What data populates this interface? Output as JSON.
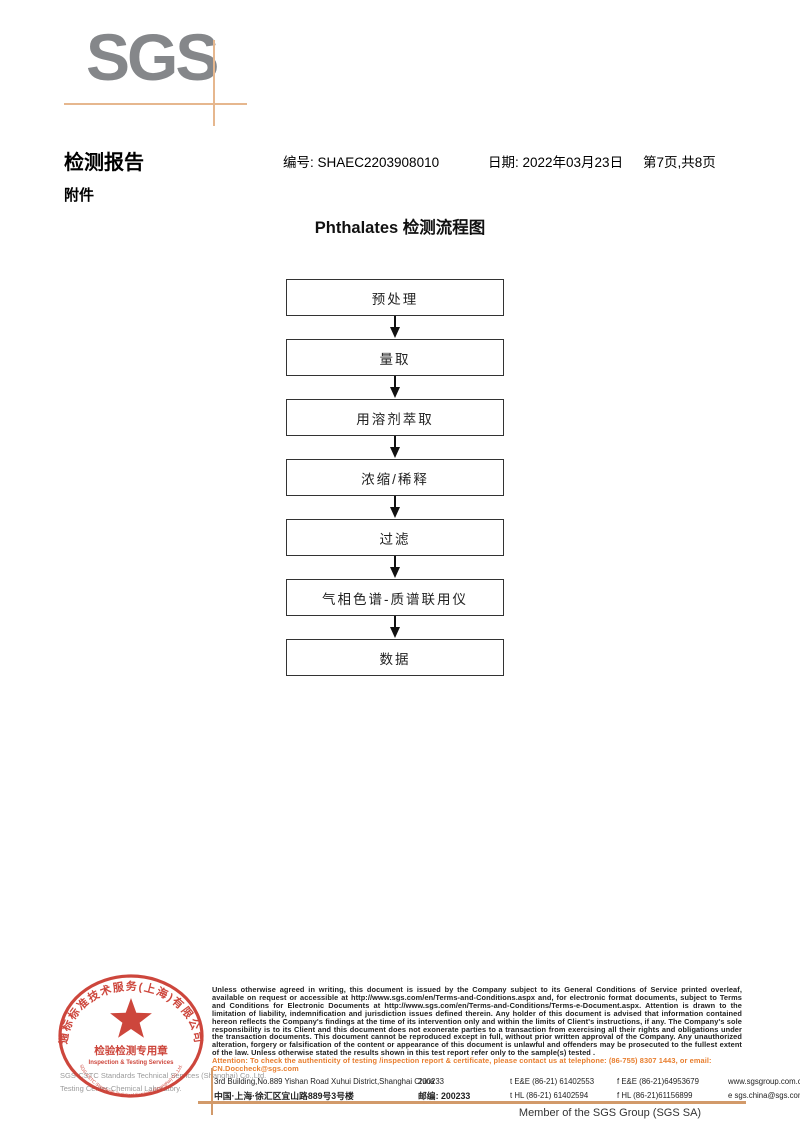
{
  "logo": {
    "text": "SGS"
  },
  "header": {
    "report_title": "检测报告",
    "report_no": "编号: SHAEC2203908010",
    "date": "日期: 2022年03月23日",
    "page_info": "第7页,共8页",
    "attachment_label": "附件"
  },
  "flowchart": {
    "title": "Phthalates 检测流程图",
    "steps": [
      "预处理",
      "量取",
      "用溶剂萃取",
      "浓缩/稀释",
      "过滤",
      "气相色谱-质谱联用仪",
      "数据"
    ]
  },
  "stamp": {
    "arc_top": "通标标准技术服务(上海)有限公司",
    "arc_bottom": "SGS-CSTC Standards Technical Services (Shanghai) Co.,Ltd.",
    "center_line1": "检验检测专用章",
    "center_line2": "Inspection & Testing Services"
  },
  "company": {
    "line1": "SGS-CSTC Standards Technical Services (Shanghai) Co.,Ltd.",
    "line2": "Testing Center-Chemical Laboratory."
  },
  "disclaimer": {
    "text": "Unless otherwise agreed in writing, this document is issued by the Company subject to its General Conditions of Service printed overleaf, available on request or accessible at http://www.sgs.com/en/Terms-and-Conditions.aspx and, for electronic format documents, subject to Terms and Conditions for Electronic Documents at http://www.sgs.com/en/Terms-and-Conditions/Terms-e-Document.aspx. Attention is drawn to the limitation of liability, indemnification and jurisdiction issues defined therein. Any holder of this document is advised that information contained hereon reflects the Company's findings at the time of its intervention only and within the limits of Client's instructions, if any. The Company's sole responsibility is to its Client and this document does not exonerate parties to a transaction from exercising all their rights and obligations under the transaction documents. This document cannot be reproduced except in full, without prior written approval of the Company. Any unauthorized alteration, forgery or falsification of the content or appearance of this document is unlawful and offenders may be prosecuted to the fullest extent of the law. Unless otherwise stated the results shown in this test report refer only to the sample(s) tested .",
    "attention": "Attention: To check the authenticity of testing /inspection report & certificate, please contact us at telephone: (86-755) 8307 1443, or email: CN.Doccheck@sgs.com"
  },
  "address": {
    "row1": {
      "addr": "3rd Building,No.889 Yishan Road Xuhui District,Shanghai China",
      "postal": "200233",
      "tel": "t E&E (86-21) 61402553",
      "fax": "f E&E (86-21)64953679",
      "web": "www.sgsgroup.com.cn"
    },
    "row2": {
      "addr": "中国·上海·徐汇区宜山路889号3号楼",
      "postal": "邮编: 200233",
      "tel": "t HL (86-21) 61402594",
      "fax": "f HL (86-21)61156899",
      "web": "e  sgs.china@sgs.com"
    }
  },
  "footer": {
    "member": "Member of the SGS Group (SGS SA)"
  },
  "colors": {
    "logo_gray": "#85878A",
    "accent_tan": "#E6B78E",
    "footer_line_tan": "#D29A6A",
    "stamp_red": "#C9372C",
    "attention_orange": "#E87E2E"
  }
}
